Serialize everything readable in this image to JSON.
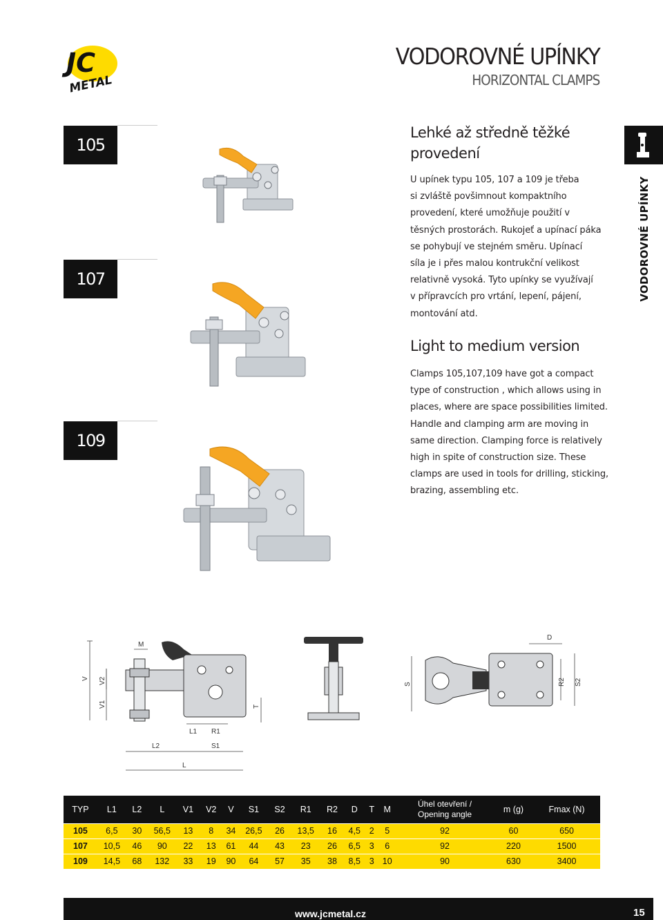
{
  "logo": {
    "text_top": "JC",
    "text_bottom": "METAL",
    "brand_color": "#fedb00"
  },
  "header": {
    "title_cz": "VODOROVNÉ UPÍNKY",
    "title_en": "HORIZONTAL CLAMPS"
  },
  "side_tab": {
    "label": "VODOROVNÉ UPÍNKY",
    "icon": "clamp-icon"
  },
  "types": [
    "105",
    "107",
    "109"
  ],
  "description_cz": {
    "heading": "Lehké až středně těžké provedení",
    "lines": [
      "U upínek typu 105, 107 a 109 je třeba",
      "si zvláště povšimnout kompaktního",
      "provedení, které umožňuje použití v",
      "těsných prostorách. Rukojeť a upínací páka",
      "se pohybují ve stejném směru. Upínací",
      "síla je i přes malou kontrukční velikost",
      "relativně vysoká. Tyto upínky se využívají",
      "v přípravcích pro vrtání, lepení, pájení,",
      "montování atd."
    ]
  },
  "description_en": {
    "heading": "Light to medium version",
    "lines": [
      "Clamps 105,107,109 have got a compact",
      "type of construction , which allows using in",
      "places, where are space possibilities limited.",
      "Handle and clamping arm are moving in",
      "same direction. Clamping force is relatively",
      "high in spite of construction size. These",
      "clamps are used in tools for drilling, sticking,",
      "brazing, assembling etc."
    ]
  },
  "drawing_labels": {
    "M": "M",
    "V": "V",
    "V1": "V1",
    "V2": "V2",
    "T": "T",
    "L1": "L1",
    "R1": "R1",
    "L2": "L2",
    "S1": "S1",
    "L": "L",
    "S": "S",
    "D": "D",
    "R2": "R2",
    "S2": "S2"
  },
  "table": {
    "headers": [
      "TYP",
      "L1",
      "L2",
      "L",
      "V1",
      "V2",
      "V",
      "S1",
      "S2",
      "R1",
      "R2",
      "D",
      "T",
      "M",
      "Úhel otevření /",
      "Opening angle",
      "m (g)",
      "Fmax (N)"
    ],
    "rows": [
      [
        "105",
        "6,5",
        "30",
        "56,5",
        "13",
        "8",
        "34",
        "26,5",
        "26",
        "13,5",
        "16",
        "4,5",
        "2",
        "5",
        "92",
        "60",
        "650"
      ],
      [
        "107",
        "10,5",
        "46",
        "90",
        "22",
        "13",
        "61",
        "44",
        "43",
        "23",
        "26",
        "6,5",
        "3",
        "6",
        "92",
        "220",
        "1500"
      ],
      [
        "109",
        "14,5",
        "68",
        "132",
        "33",
        "19",
        "90",
        "64",
        "57",
        "35",
        "38",
        "8,5",
        "3",
        "10",
        "90",
        "630",
        "3400"
      ]
    ]
  },
  "footer": {
    "url": "www.jcmetal.cz",
    "page": "15"
  },
  "colors": {
    "accent": "#fedb00",
    "dark": "#111111",
    "handle": "#f5a623"
  }
}
